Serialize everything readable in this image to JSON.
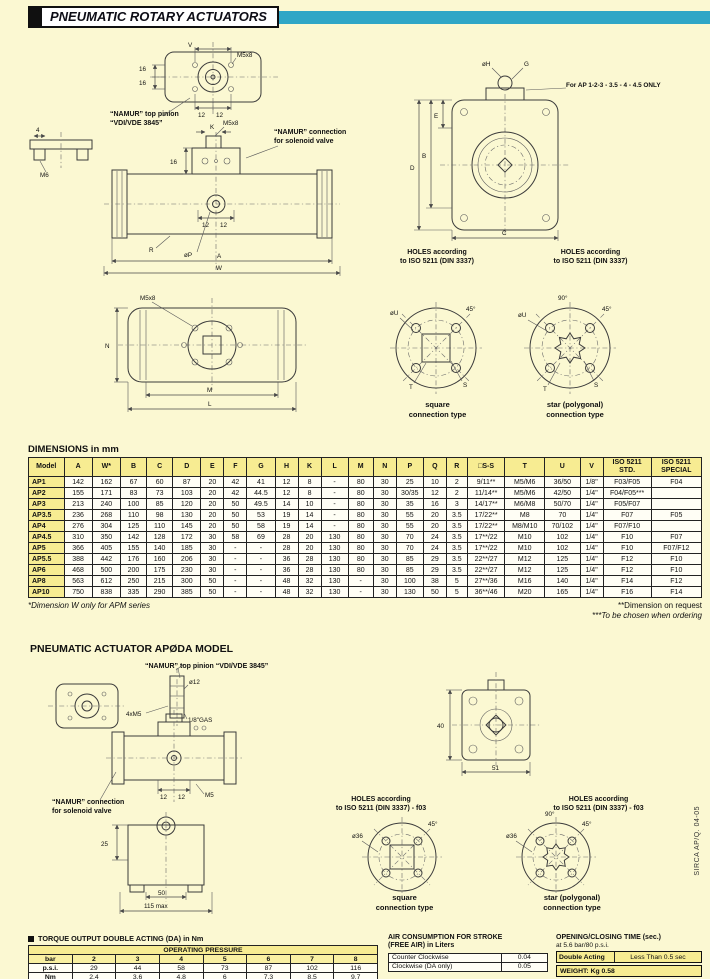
{
  "header": {
    "title": "PNEUMATIC ROTARY ACTUATORS"
  },
  "side_label": "SIRCA AP/Q. 04-05",
  "drawings": {
    "namur_pinion_l1": "“NAMUR” top pinion",
    "namur_pinion_l2": "“VDI/VDE 3845”",
    "namur_conn_l1": "“NAMUR” connection",
    "namur_conn_l2": "for solenoid valve",
    "for_ap_note": "For AP 1-2-3 - 3.5 - 4 - 4.5 ONLY",
    "holes_l1": "HOLES according",
    "holes_l2": "to ISO 5211 (DIN 3337)",
    "square_l1": "square",
    "square_l2": "connection type",
    "star_l1": "star (polygonal)",
    "star_l2": "connection type",
    "m5x8": "M5x8",
    "m6": "M6",
    "v": "V",
    "k": "K",
    "r": "R",
    "a": "A",
    "w": "W",
    "n": "N",
    "m": "M",
    "l": "L",
    "b": "B",
    "c": "C",
    "d": "D",
    "e": "E",
    "g": "G",
    "t": "T",
    "s": "S",
    "phi_p": "øP",
    "phi_h": "øH",
    "phi_u": "øU",
    "deg45": "45°",
    "deg90": "90°",
    "d16": "16",
    "d12": "12",
    "d4": "4"
  },
  "dimensions_table": {
    "title": "DIMENSIONS in mm",
    "columns": [
      "Model",
      "A",
      "W*",
      "B",
      "C",
      "D",
      "E",
      "F",
      "G",
      "H",
      "K",
      "L",
      "M",
      "N",
      "P",
      "Q",
      "R",
      "□S-S",
      "T",
      "U",
      "V",
      "ISO 5211 STD.",
      "ISO 5211 SPECIAL"
    ],
    "rows": [
      [
        "AP1",
        "142",
        "162",
        "67",
        "60",
        "87",
        "20",
        "42",
        "41",
        "12",
        "8",
        "-",
        "80",
        "30",
        "25",
        "10",
        "2",
        "9/11**",
        "M5/M6",
        "36/50",
        "1/8\"",
        "F03/F05",
        "F04"
      ],
      [
        "AP2",
        "155",
        "171",
        "83",
        "73",
        "103",
        "20",
        "42",
        "44.5",
        "12",
        "8",
        "-",
        "80",
        "30",
        "30/35",
        "12",
        "2",
        "11/14**",
        "M5/M6",
        "42/50",
        "1/4\"",
        "F04/F05***",
        ""
      ],
      [
        "AP3",
        "213",
        "240",
        "100",
        "85",
        "120",
        "20",
        "50",
        "49.5",
        "14",
        "10",
        "-",
        "80",
        "30",
        "35",
        "16",
        "3",
        "14/17**",
        "M6/M8",
        "50/70",
        "1/4\"",
        "F05/F07",
        ""
      ],
      [
        "AP3.5",
        "236",
        "268",
        "110",
        "98",
        "130",
        "20",
        "50",
        "53",
        "19",
        "14",
        "-",
        "80",
        "30",
        "55",
        "20",
        "3.5",
        "17/22**",
        "M8",
        "70",
        "1/4\"",
        "F07",
        "F05"
      ],
      [
        "AP4",
        "276",
        "304",
        "125",
        "110",
        "145",
        "20",
        "50",
        "58",
        "19",
        "14",
        "-",
        "80",
        "30",
        "55",
        "20",
        "3.5",
        "17/22**",
        "M8/M10",
        "70/102",
        "1/4\"",
        "F07/F10",
        ""
      ],
      [
        "AP4.5",
        "310",
        "350",
        "142",
        "128",
        "172",
        "30",
        "58",
        "69",
        "28",
        "20",
        "130",
        "80",
        "30",
        "70",
        "24",
        "3.5",
        "17**/22",
        "M10",
        "102",
        "1/4\"",
        "F10",
        "F07"
      ],
      [
        "AP5",
        "366",
        "405",
        "155",
        "140",
        "185",
        "30",
        "-",
        "-",
        "28",
        "20",
        "130",
        "80",
        "30",
        "70",
        "24",
        "3.5",
        "17**/22",
        "M10",
        "102",
        "1/4\"",
        "F10",
        "F07/F12"
      ],
      [
        "AP5.5",
        "388",
        "442",
        "176",
        "160",
        "206",
        "30",
        "-",
        "-",
        "36",
        "28",
        "130",
        "80",
        "30",
        "85",
        "29",
        "3.5",
        "22**/27",
        "M12",
        "125",
        "1/4\"",
        "F12",
        "F10"
      ],
      [
        "AP6",
        "468",
        "500",
        "200",
        "175",
        "230",
        "30",
        "-",
        "-",
        "36",
        "28",
        "130",
        "80",
        "30",
        "85",
        "29",
        "3.5",
        "22**/27",
        "M12",
        "125",
        "1/4\"",
        "F12",
        "F10"
      ],
      [
        "AP8",
        "563",
        "612",
        "250",
        "215",
        "300",
        "50",
        "-",
        "-",
        "48",
        "32",
        "130",
        "-",
        "30",
        "100",
        "38",
        "5",
        "27**/36",
        "M16",
        "140",
        "1/4\"",
        "F14",
        "F12"
      ],
      [
        "AP10",
        "750",
        "838",
        "335",
        "290",
        "385",
        "50",
        "-",
        "-",
        "48",
        "32",
        "130",
        "-",
        "30",
        "130",
        "50",
        "5",
        "36**/46",
        "M20",
        "165",
        "1/4\"",
        "F16",
        "F14"
      ]
    ]
  },
  "notes": {
    "left": "*Dimension W only for APM series",
    "right1": "**Dimension on request",
    "right2": "***To be chosen when ordering"
  },
  "ap0da": {
    "title": "PNEUMATIC ACTUATOR APØDA MODEL",
    "namur_pinion": "“NAMUR” top pinion “VDI/VDE 3845”",
    "namur_conn_l1": "“NAMUR” connection",
    "namur_conn_l2": "for solenoid valve",
    "holes_l1": "HOLES according",
    "holes_l2": "to ISO 5211 (DIN 3337) - f03",
    "square_l1": "square",
    "square_l2": "connection type",
    "star_l1": "star (polygonal)",
    "star_l2": "connection type",
    "phi12": "ø12",
    "four_m5": "4xM5",
    "gas": "1/8\"GAS",
    "d12": "12",
    "m5": "M5",
    "d25": "25",
    "d50": "50",
    "d115": "115 max",
    "d40": "40",
    "d51": "51",
    "phi36": "ø36",
    "deg45": "45°",
    "deg90": "90°"
  },
  "torque": {
    "title": "TORQUE OUTPUT DOUBLE ACTING (DA) in Nm",
    "pressure_header": "OPERATING PRESSURE",
    "rows": [
      [
        "bar",
        "2",
        "3",
        "4",
        "5",
        "6",
        "7",
        "8"
      ],
      [
        "p.s.i.",
        "29",
        "44",
        "58",
        "73",
        "87",
        "102",
        "116"
      ],
      [
        "Nm",
        "2.4",
        "3.6",
        "4.8",
        "6",
        "7.3",
        "8.5",
        "9.7"
      ]
    ]
  },
  "air": {
    "title_l1": "AIR CONSUMPTION FOR STROKE",
    "title_l2": "(FREE AIR) in Liters",
    "rows": [
      [
        "Counter Clockwise",
        "0.04"
      ],
      [
        "Clockwise (DA only)",
        "0.05"
      ]
    ]
  },
  "timing": {
    "title": "OPENING/CLOSING TIME  (sec.)",
    "subtitle": "at 5.6 bar/80 p.s.i.",
    "row_label": "Double Acting",
    "row_value": "Less Than 0.5 sec",
    "weight": "WEIGHT: Kg 0.58"
  }
}
